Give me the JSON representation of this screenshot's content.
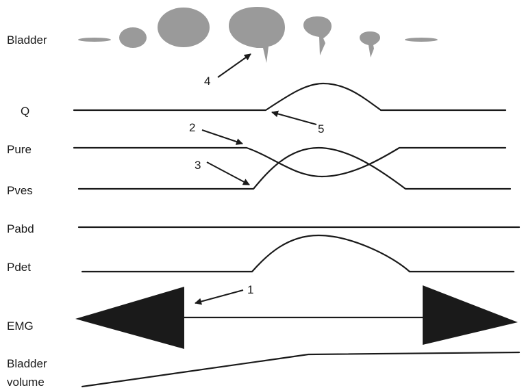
{
  "labels": {
    "bladder": "Bladder",
    "q": "Q",
    "pure": "Pure",
    "pves": "Pves",
    "pabd": "Pabd",
    "pdet": "Pdet",
    "emg": "EMG",
    "bladder_volume_line1": "Bladder",
    "bladder_volume_line2": "volume"
  },
  "markers": {
    "m1": "1",
    "m2": "2",
    "m3": "3",
    "m4": "4",
    "m5": "5"
  },
  "colors": {
    "trace": "#1a1a1a",
    "bladder_fill": "#9a9a9a"
  }
}
